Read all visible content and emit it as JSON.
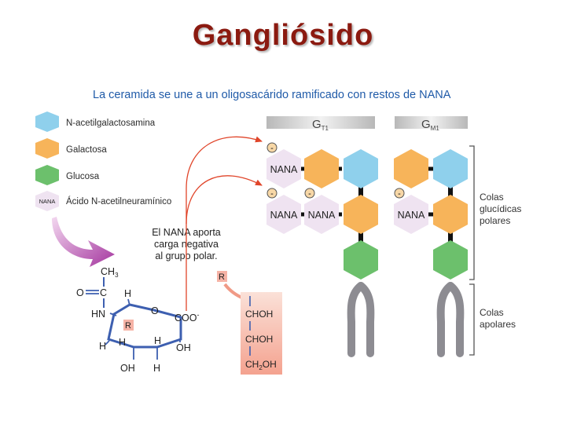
{
  "title": "Gangliósido",
  "subtitle": "La ceramida se une a un oligosacárido ramificado con restos de NANA",
  "legend": {
    "galnac": "N-acetilgalactosamina",
    "galactose": "Galactosa",
    "glucose": "Glucosa",
    "nana_tag": "NANA",
    "nana": "Ácido N-acetilneuramínico"
  },
  "annotation": [
    "El NANA aporta",
    "carga negativa",
    "al grupo polar."
  ],
  "ganglioside_labels": {
    "gt1": "G",
    "gt1_sub": "T1",
    "gm1": "G",
    "gm1_sub": "M1"
  },
  "nana_label": "NANA",
  "charge": "-",
  "brackets": {
    "polar": [
      "Colas",
      "glucídicas",
      "polares"
    ],
    "apolar": [
      "Colas",
      "apolares"
    ]
  },
  "structure": {
    "ch3": "CH",
    "ch3_sub": "3",
    "o_eq": "O",
    "c": "C",
    "hn": "HN",
    "h": "H",
    "o_ring": "O",
    "r": "R",
    "coo": "COO",
    "coo_sup": "-",
    "oh": "OH"
  },
  "side_chain": {
    "r": "R",
    "rows": [
      "CHOH",
      "CHOH"
    ],
    "ch2oh": "CH",
    "ch2oh_sub": "2",
    "ch2oh_end": "OH"
  },
  "colors": {
    "title": "#8b1a10",
    "subtitle": "#1f5aa8",
    "galnac": "#8fd0ec",
    "galactose": "#f7b45a",
    "glucose": "#6cc06c",
    "nana": "#efe3f1",
    "arrow": "#e0452a",
    "ring": "#3d5fb0",
    "side_chain": "#f6b3a6",
    "tail": "#8d8c92"
  }
}
